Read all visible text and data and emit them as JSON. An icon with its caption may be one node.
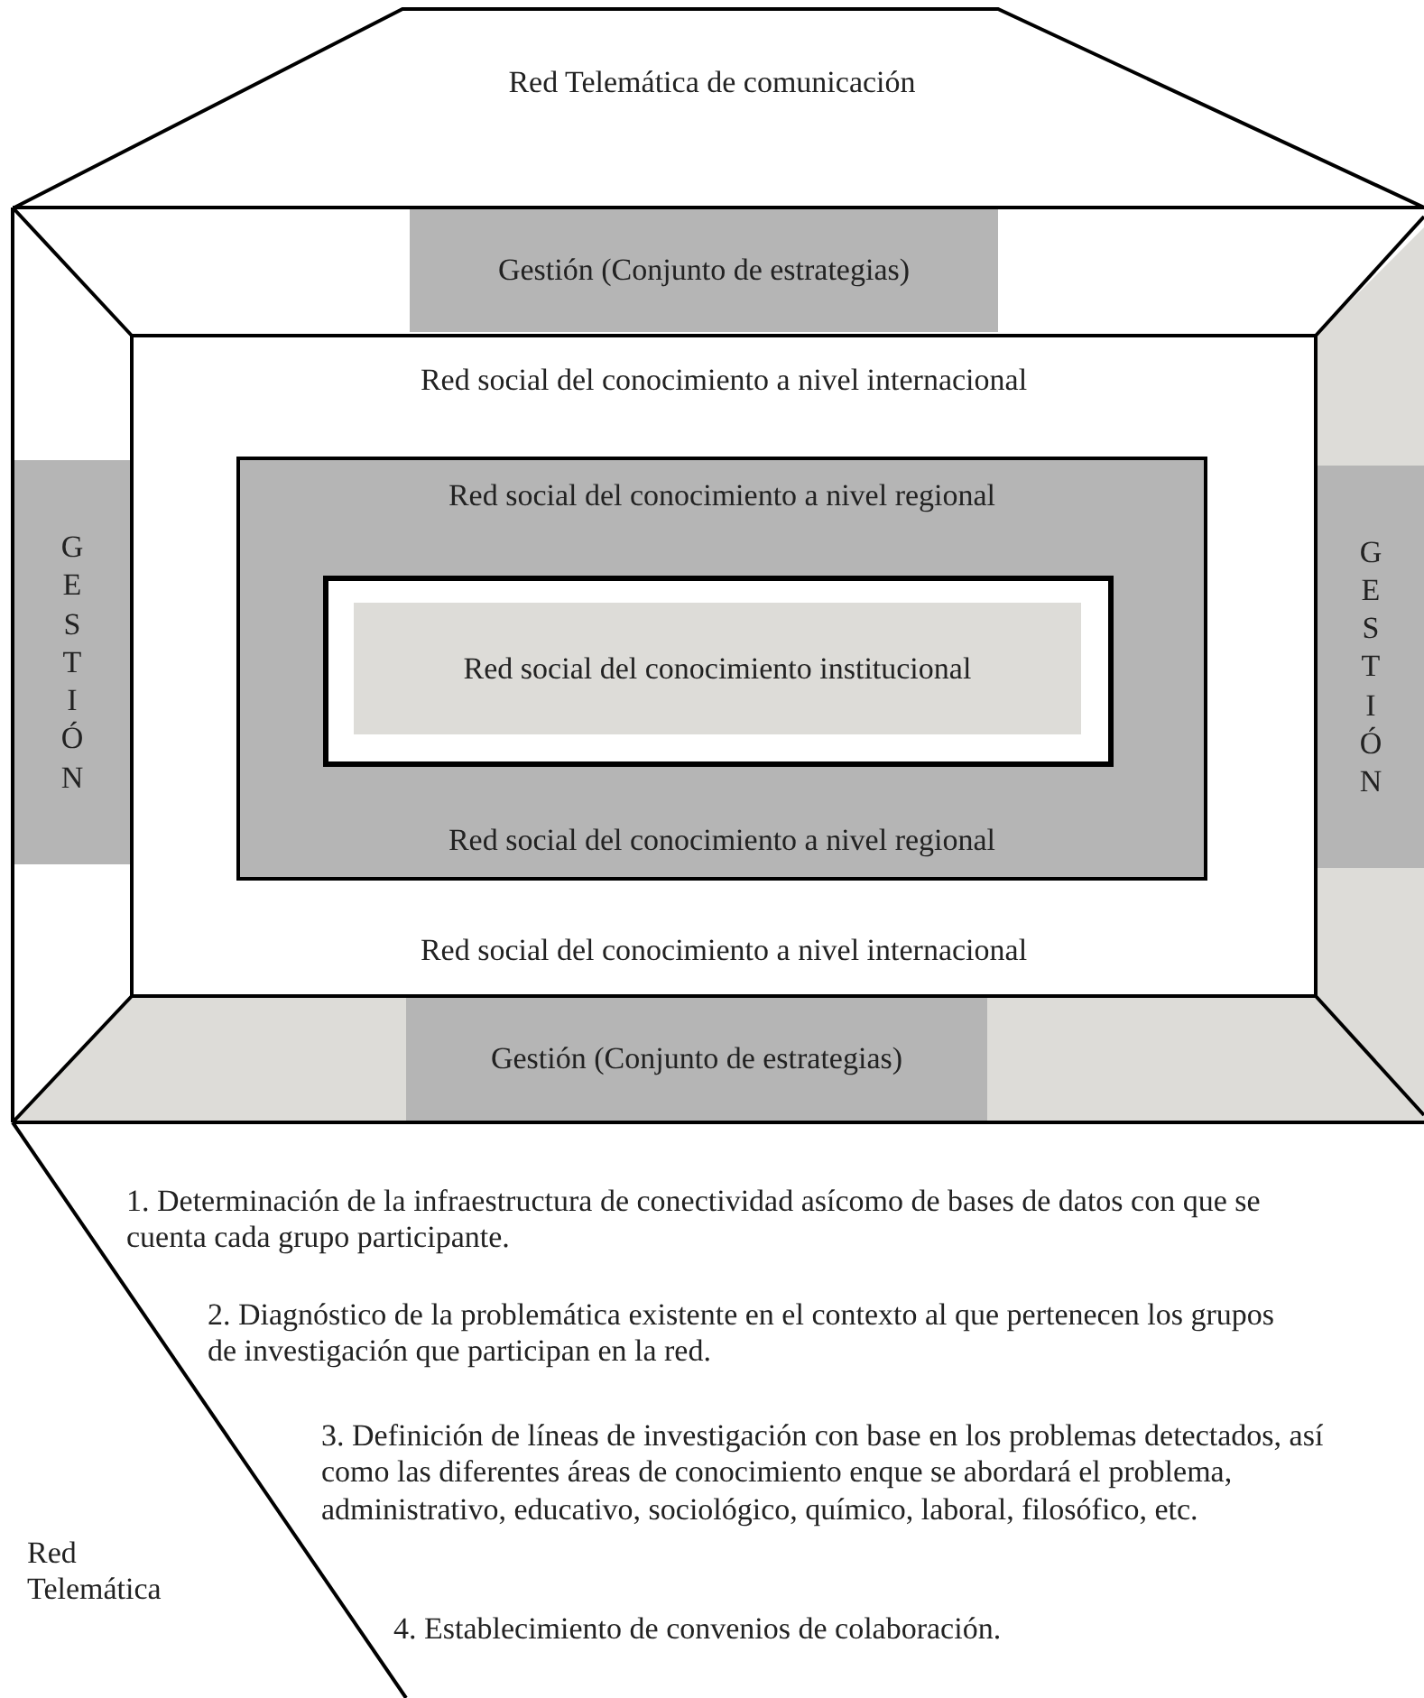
{
  "diagram": {
    "nodes": [
      {
        "text": [
          "Red Telemática de comunicación"
        ]
      },
      {
        "text": [
          "Gestión (Conjunto de estrategias)"
        ]
      },
      {
        "text": [
          "GESTIÓN"
        ]
      },
      {
        "text": [
          "Red social del conocimiento a nivel internacional",
          "Red social del conocimiento a nivel internacional"
        ]
      },
      {
        "text": [
          "Red social del conocimiento a nivel regional",
          "Red social del conocimiento a nivel regional"
        ],
        "in": 3
      },
      {
        "text": [],
        "shape": "box",
        "in": 4
      },
      {
        "text": [
          "Red social del conocimiento institucional"
        ],
        "in": 5
      },
      {
        "text": [
          "GESTIÓN"
        ]
      },
      {
        "text": [
          "Gestión (Conjunto de estrategias)"
        ]
      }
    ],
    "edges": [],
    "labels": [
      "1. Determinación de la infraestructura de conectividad asícomo de bases de datos con que se cuenta cada grupo participante.",
      "2. Diagnóstico de la problemática existente en el contexto al que pertenecen los grupos de investigación que participan en la red.",
      "3. Definición de líneas de investigación con base en los problemas detectados, así como las diferentes áreas de conocimiento enque se abordará el problema, administrativo, educativo, sociológico, químico, laboral, filosófico, etc.",
      "Red Telemática",
      "4. Establecimiento de convenios de colaboración."
    ]
  }
}
